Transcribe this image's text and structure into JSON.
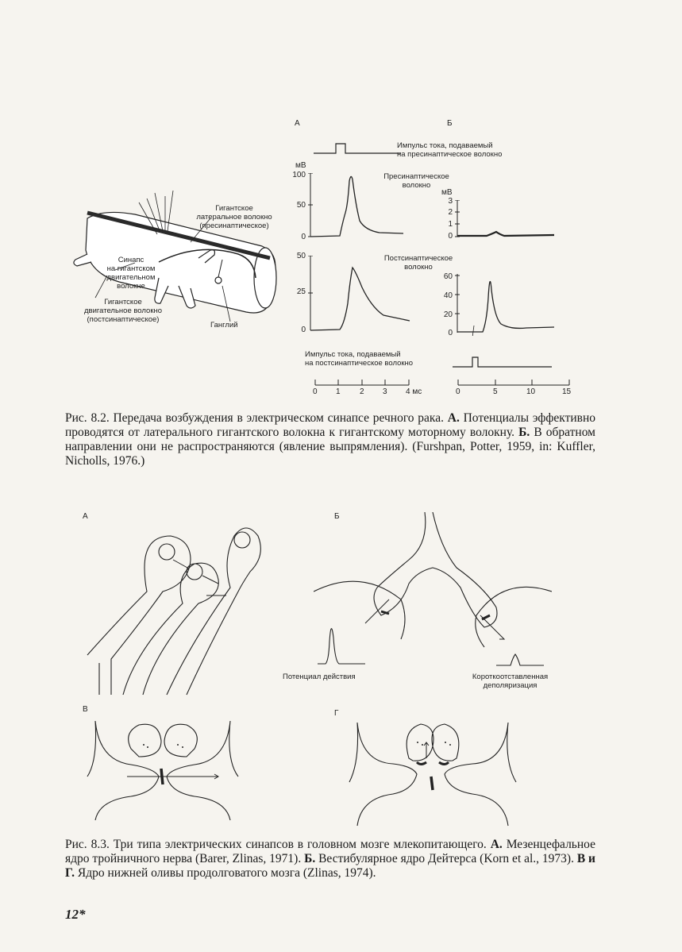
{
  "fig82": {
    "panel_a": "А",
    "panel_b": "Б",
    "diagram": {
      "giant_lateral": "Гигантское\nлатеральное волокно\n(пресинаптическое)",
      "synapse": "Синапс\nна гигантском\nдвигательном\nволокне",
      "giant_motor": "Гигантское\nдвигательное волокно\n(постсинаптическое)",
      "ganglion": "Ганглий"
    },
    "stim_pre": "Импульс тока, подаваемый\nна пресинаптическое волокно",
    "stim_post": "Импульс тока, подаваемый\nна постсинаптическое волокно",
    "unit_mv_a": "мВ",
    "unit_mv_b": "мВ",
    "pre_label": "Пресинаптическое\nволокно",
    "post_label": "Постсинаптическое\nволокно",
    "pre_a_ticks": [
      "100",
      "50",
      "0"
    ],
    "pre_b_ticks": [
      "3",
      "2",
      "1",
      "0"
    ],
    "post_a_ticks": [
      "50",
      "25",
      "0"
    ],
    "post_b_ticks": [
      "60",
      "40",
      "20",
      "0"
    ],
    "time_a_ticks": [
      "0",
      "1",
      "2",
      "3",
      "4 мс"
    ],
    "time_b_ticks": [
      "0",
      "5",
      "10",
      "15"
    ],
    "caption": {
      "fig": "Рис. 8.2.",
      "text1": " Передача возбуждения в электрическом синапсе речного рака. ",
      "a": "А.",
      "text2": " Потенциалы эффективно проводятся от латерального гигантского волокна к гигантскому моторному волокну. ",
      "b": "Б.",
      "text3": " В обратном направлении они не распространяются (явление выпрямления). (Furshpan, Potter, 1959, in: Kuffler, Nicholls, 1976.)"
    }
  },
  "fig83": {
    "panel_a": "А",
    "panel_b": "Б",
    "panel_v": "В",
    "panel_g": "Г",
    "action_potential": "Потенциал действия",
    "short_depol": "Короткоотставленная\nдеполяризация",
    "caption": {
      "fig": "Рис. 8.3.",
      "text1": " Три типа электрических синапсов в головном мозге млекопитающего. ",
      "a": "А.",
      "text2": " Мезенцефальное ядро тройничного нерва (Barer, Zlinas, 1971). ",
      "b": "Б.",
      "text3": " Вестибулярное ядро Дейтерса (Korn et al., 1973). ",
      "vg": "В и Г.",
      "text4": " Ядро нижней оливы продолговатого мозга (Zlinas, 1974)."
    }
  },
  "page_number": "12*"
}
